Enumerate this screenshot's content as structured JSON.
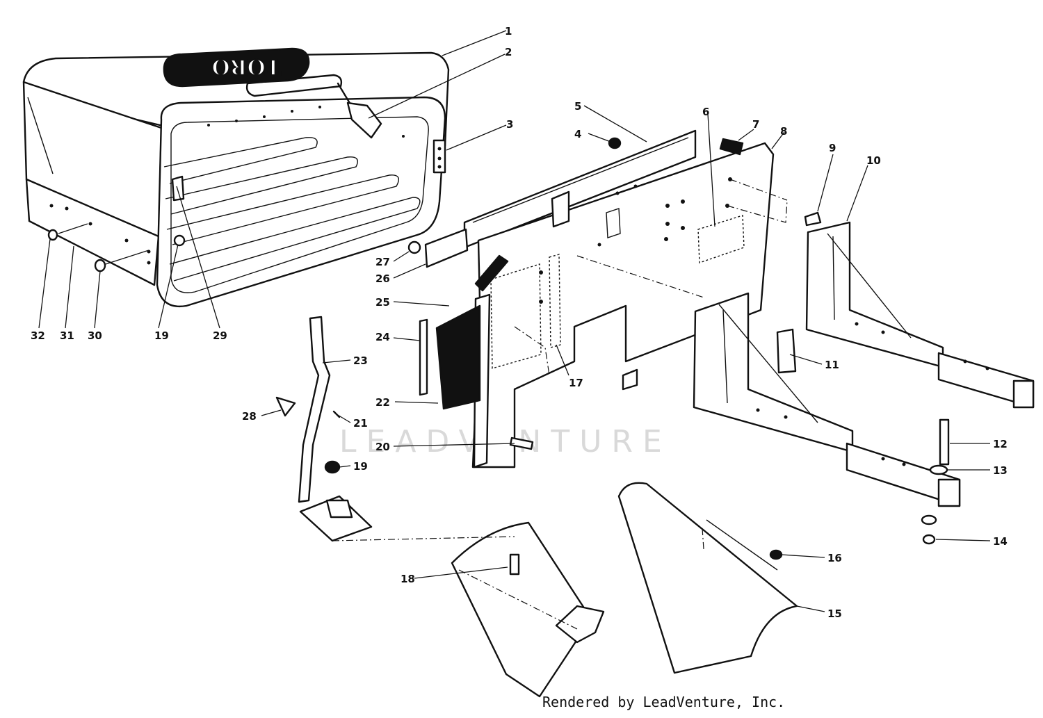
{
  "diagram": {
    "logo": "TORO",
    "watermark": "LEADVENTURE",
    "credit": "Rendered by LeadVenture, Inc.",
    "callouts": [
      {
        "id": "1",
        "text": "1"
      },
      {
        "id": "2",
        "text": "2"
      },
      {
        "id": "3",
        "text": "3"
      },
      {
        "id": "4",
        "text": "4"
      },
      {
        "id": "5",
        "text": "5"
      },
      {
        "id": "6",
        "text": "6"
      },
      {
        "id": "7",
        "text": "7"
      },
      {
        "id": "8",
        "text": "8"
      },
      {
        "id": "9",
        "text": "9"
      },
      {
        "id": "10",
        "text": "10"
      },
      {
        "id": "11",
        "text": "11"
      },
      {
        "id": "12",
        "text": "12"
      },
      {
        "id": "13",
        "text": "13"
      },
      {
        "id": "14",
        "text": "14"
      },
      {
        "id": "15",
        "text": "15"
      },
      {
        "id": "16",
        "text": "16"
      },
      {
        "id": "17",
        "text": "17"
      },
      {
        "id": "18",
        "text": "18"
      },
      {
        "id": "19a",
        "text": "19"
      },
      {
        "id": "19b",
        "text": "19"
      },
      {
        "id": "20",
        "text": "20"
      },
      {
        "id": "21",
        "text": "21"
      },
      {
        "id": "22",
        "text": "22"
      },
      {
        "id": "23",
        "text": "23"
      },
      {
        "id": "24",
        "text": "24"
      },
      {
        "id": "25",
        "text": "25"
      },
      {
        "id": "26",
        "text": "26"
      },
      {
        "id": "27",
        "text": "27"
      },
      {
        "id": "28",
        "text": "28"
      },
      {
        "id": "29",
        "text": "29"
      },
      {
        "id": "30",
        "text": "30"
      },
      {
        "id": "31",
        "text": "31"
      },
      {
        "id": "32",
        "text": "32"
      }
    ]
  }
}
